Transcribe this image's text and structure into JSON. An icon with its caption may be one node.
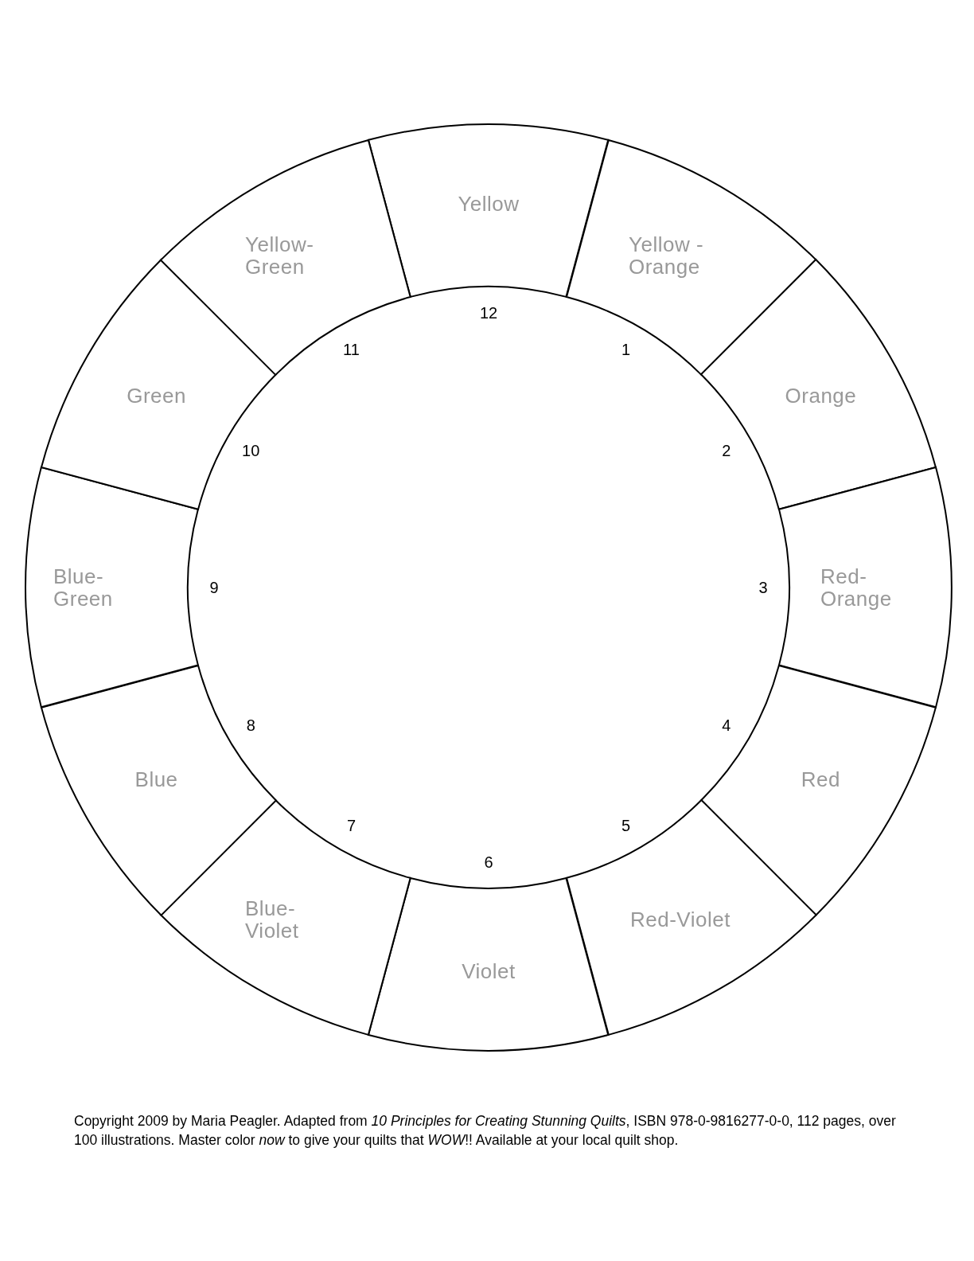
{
  "diagram": {
    "caption": "Copyright 2009 by Maria Peagler. Adapted from *10 Principles for Creating Stunning Quilts*, ISBN 978-0-9816277-0-0, 112 pages, over 100 illustrations. Master color *now* to give your quilts that *WOW*!! Available at your local quilt shop.",
    "nodes": [
      {
        "text": [
          "Yellow"
        ]
      },
      {
        "text": [
          "Yellow - Orange"
        ]
      },
      {
        "text": [
          "Orange"
        ]
      },
      {
        "text": [
          "Red-Orange"
        ]
      },
      {
        "text": [
          "Red"
        ]
      },
      {
        "text": [
          "Red-Violet"
        ]
      },
      {
        "text": [
          "Violet"
        ]
      },
      {
        "text": [
          "Blue-Violet"
        ]
      },
      {
        "text": [
          "Blue"
        ]
      },
      {
        "text": [
          "Blue-Green"
        ]
      },
      {
        "text": [
          "Green"
        ]
      },
      {
        "text": [
          "Yellow-Green"
        ]
      }
    ],
    "labels": [
      "12",
      "1",
      "2",
      "3",
      "4",
      "5",
      "6",
      "7",
      "8",
      "9",
      "10",
      "11"
    ]
  }
}
